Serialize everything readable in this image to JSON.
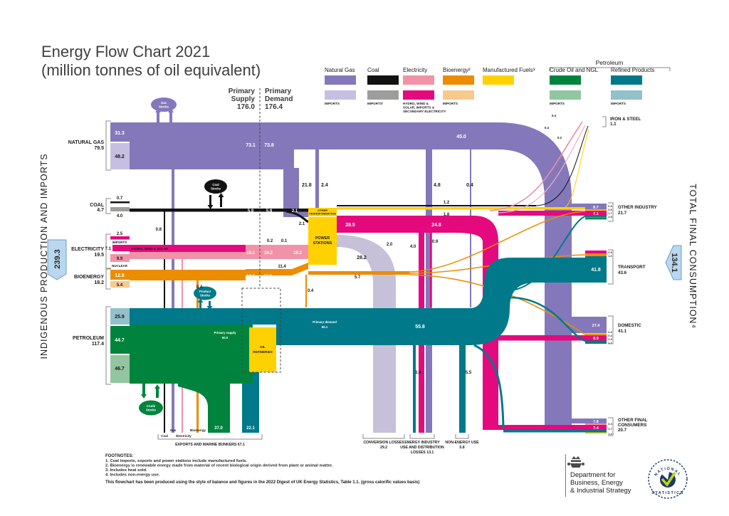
{
  "title": {
    "line1": "Energy Flow Chart 2021",
    "line2": "(million tonnes of oil equivalent)"
  },
  "palette": {
    "natural_gas": "#8478ba",
    "natural_gas_imports": "#c7bfe2",
    "coal": "#121212",
    "coal_imports": "#9d9d9c",
    "electricity": "#f193a8",
    "electricity_secondary": "#e5097e",
    "bioenergy": "#ec8c00",
    "bioenergy_imports": "#f7c98d",
    "manufactured_fuels": "#ffd100",
    "crude_oil": "#00843d",
    "crude_oil_imports": "#92c6a0",
    "refined_products": "#00798a",
    "refined_products_imports": "#92c0cb",
    "conversion_losses": "#c6c1d8",
    "badge_fill": "#b9d7ee",
    "badge_border": "#6f9ec4",
    "feeder_pink": "#f2afc0",
    "feeder_salmon": "#e98fa6",
    "bracket": "#8a8a8a",
    "ink": "#1a1a1a",
    "ns_navy": "#1b3a6b",
    "ns_check": "#c3d600",
    "crest": "#4a4a4a"
  },
  "columns": {
    "supply_label1": "Primary",
    "supply_label2": "Supply",
    "supply_value": "176.0",
    "demand_label1": "Primary",
    "demand_label2": "Demand",
    "demand_value": "176.4"
  },
  "legend": {
    "petroleum_header": "Petroleum",
    "natural_gas": {
      "label": "Natural Gas",
      "imports_label": "IMPORTS"
    },
    "coal": {
      "label": "Coal",
      "imports_label": "IMPORTS¹"
    },
    "electricity": {
      "label": "Electricity",
      "sub1": "HYDRO, WIND &",
      "sub2": "SOLAR, IMPORTS &",
      "sub3": "SECONDARY ELECTRICITY"
    },
    "bioenergy": {
      "label": "Bioenergy²",
      "imports_label": "IMPORTS"
    },
    "manufactured": {
      "label": "Manufactured Fuels³"
    },
    "crude": {
      "label": "Crude Oil and NGL",
      "imports_label": "IMPORTS"
    },
    "refined": {
      "label": "Refined Products",
      "imports_label": "IMPORTS"
    }
  },
  "left_axis": {
    "label": "INDIGENOUS PRODUCTION AND IMPORTS",
    "total": "239.3"
  },
  "right_axis": {
    "label": "TOTAL FINAL CONSUMPTION⁴",
    "total": "134.1"
  },
  "sources": {
    "natural_gas": {
      "name": "NATURAL GAS",
      "total": "79.5",
      "production": "31.3",
      "imports": "48.2"
    },
    "coal": {
      "name": "COAL",
      "total": "4.7",
      "production": "0.7",
      "imports": "4.0"
    },
    "electricity": {
      "name": "ELECTRICITY",
      "total": "19.5",
      "imports": "2.5",
      "imports_label": "IMPORTS",
      "hydro": "7.1",
      "hydro_label": "HYDRO, WIND & SOLAR",
      "nuclear": "9.9",
      "nuclear_label": "NUCLEAR"
    },
    "bioenergy": {
      "name": "BIOENERGY",
      "total": "18.2",
      "production": "12.8",
      "imports": "5.4"
    },
    "petroleum": {
      "name": "PETROLEUM",
      "total": "117.4",
      "product_imports": "25.9",
      "crude_production": "44.7",
      "crude_imports": "46.7"
    }
  },
  "stocks": {
    "gas1": "Gas",
    "gas2": "Stocks",
    "coal1": "Coal",
    "coal2": "Stocks",
    "product1": "Product",
    "product2": "Stocks",
    "crude1": "Crude",
    "crude2": "Stocks"
  },
  "boxes": {
    "ot1": "OTHER",
    "ot2": "TRANSFORMATION",
    "ps1": "POWER",
    "ps2": "STATIONS",
    "or1": "OIL",
    "or2": "REFINERIES"
  },
  "flows": {
    "gas_supply": "73.1",
    "gas_demand": "73.8",
    "gas_main": "45.0",
    "gas_to_transformation": "21.8",
    "gas_to_power": "2.4",
    "gas_down_a": "4.8",
    "gas_down_b": "0.4",
    "coal_supply": "5.9",
    "coal_demand": "5.9",
    "coal_to_transformation": "2.1",
    "coal_to_power": "2.1",
    "coal_main": "1.2",
    "coal_exports": "0.8",
    "manufactured_fuels": "1.8",
    "elec_supply": "19.1",
    "elec_demand": "19.2",
    "elec_to_power": "19.2",
    "elec_minor_a": "0.2",
    "elec_minor_b": "0.1",
    "elec_generated": "28.5",
    "elec_main": "24.8",
    "elec_down_a": "0.9",
    "elec_down_b": "4.0",
    "conversion_out": "28.2",
    "conversion_extra": "2.0",
    "bio_supply": "17.5",
    "bio_demand": "17.8",
    "bio_to_power": "11.4",
    "bio_main": "5.7",
    "bio_down": "0.4",
    "oil_supply_label": "Primary supply",
    "oil_supply": "60.0",
    "oil_demand_label": "Primary demand",
    "oil_demand": "60.1",
    "refined_main": "55.8",
    "refined_down_a": "3.4",
    "refined_down_b": "5.5",
    "product_stocks_flow": "0.4",
    "crude_exports": "37.0",
    "refined_exports": "22.1",
    "iron_a": "0.4",
    "iron_b": "0.4",
    "iron_c": "0.2"
  },
  "sinks": {
    "exports": {
      "label": "EXPORTS AND MARINE BUNKERS 67.1",
      "item1": "Coal",
      "item2": "Gas",
      "item3": "Electricity",
      "item4": "Bioenergy"
    },
    "conversion": {
      "line1": "CONVERSION LOSSES",
      "line2": "29.2"
    },
    "energy_industry": {
      "line1": "ENERGY INDUSTRY",
      "line2": "USE AND DISTRIBUTION",
      "line3": "LOSSES 13.1"
    },
    "non_energy": {
      "line1": "NON-ENERGY USE",
      "line2": "5.8"
    }
  },
  "consumers": {
    "iron_steel": {
      "line1": "IRON & STEEL",
      "line2": "1.1"
    },
    "other_industry": {
      "line1": "OTHER INDUSTRY",
      "line2": "21.7",
      "gas": "8.7",
      "electricity": "7.1",
      "side1": "0.9",
      "side2": "0.5",
      "side3": "1.7",
      "side4": "2.8"
    },
    "transport": {
      "line1": "TRANSPORT",
      "line2": "43.6",
      "petroleum": "41.8",
      "side1": "0.8",
      "side2": "1.0"
    },
    "domestic": {
      "line1": "DOMESTIC",
      "line2": "41.1",
      "gas": "27.4",
      "electricity": "8.9",
      "side1": "0.3",
      "side2": "0.4",
      "side3": "2.9",
      "side4": "1.1"
    },
    "other_final": {
      "line1": "OTHER FINAL",
      "line2": "CONSUMERS",
      "line3": "20.7",
      "gas": "7.8",
      "electricity": "7.4",
      "side1": "0.3",
      "side2": "3.7",
      "side3": "1.4"
    }
  },
  "footnotes": {
    "heading": "FOOTNOTES:",
    "fn1": "1. Coal imports, exports and power stations include manufactured fuels.",
    "fn2": "2. Bioenergy is renewable energy made from material of recent biological origin derived from plant or animal matter.",
    "fn3": "3. Includes heat sold.",
    "fn4": "4. Includes non-energy use.",
    "note": "This flowchart has been produced using the style of balance and figures in the 2022 Digest of UK Energy Statistics, Table 1.1. (gross calorific values basis)"
  },
  "credits": {
    "dept1": "Department for",
    "dept2": "Business, Energy",
    "dept3": "& Industrial Strategy",
    "ns_top": "NATIONAL",
    "ns_bottom": "STATISTICS"
  },
  "chart_data": {
    "type": "sankey",
    "title": "Energy Flow Chart 2021",
    "units": "million tonnes of oil equivalent",
    "year": 2021,
    "totals": {
      "indigenous_production_and_imports": 239.3,
      "primary_supply": 176.0,
      "primary_demand": 176.4,
      "total_final_consumption": 134.1,
      "exports_and_marine_bunkers": 67.1,
      "conversion_losses": 29.2,
      "energy_industry_use_and_distribution_losses": 13.1,
      "non_energy_use": 5.8
    },
    "links": [
      {
        "source": "Natural gas production",
        "target": "Natural gas supply",
        "value": 31.3
      },
      {
        "source": "Natural gas imports",
        "target": "Natural gas supply",
        "value": 48.2
      },
      {
        "source": "Coal production",
        "target": "Coal supply",
        "value": 0.7
      },
      {
        "source": "Coal imports",
        "target": "Coal supply",
        "value": 4.0
      },
      {
        "source": "Electricity imports",
        "target": "Electricity supply",
        "value": 2.5
      },
      {
        "source": "Hydro, wind & solar",
        "target": "Electricity supply",
        "value": 7.1
      },
      {
        "source": "Nuclear",
        "target": "Electricity supply",
        "value": 9.9
      },
      {
        "source": "Bioenergy production",
        "target": "Bioenergy supply",
        "value": 12.8
      },
      {
        "source": "Bioenergy imports",
        "target": "Bioenergy supply",
        "value": 5.4
      },
      {
        "source": "Refined product imports",
        "target": "Petroleum supply",
        "value": 25.9
      },
      {
        "source": "Crude oil and NGL production",
        "target": "Petroleum supply",
        "value": 44.7
      },
      {
        "source": "Crude oil and NGL imports",
        "target": "Petroleum supply",
        "value": 46.7
      },
      {
        "source": "Natural gas",
        "target": "Power stations",
        "value": 21.8
      },
      {
        "source": "Natural gas",
        "target": "Other transformation",
        "value": 2.4
      },
      {
        "source": "Natural gas",
        "target": "Final consumption",
        "value": 45.0
      },
      {
        "source": "Coal",
        "target": "Other transformation",
        "value": 2.1
      },
      {
        "source": "Coal",
        "target": "Power stations",
        "value": 2.1
      },
      {
        "source": "Electricity primary",
        "target": "Power stations",
        "value": 19.2
      },
      {
        "source": "Bioenergy",
        "target": "Power stations",
        "value": 11.4
      },
      {
        "source": "Power stations",
        "target": "Electricity supplied",
        "value": 28.5
      },
      {
        "source": "Power stations",
        "target": "Conversion losses",
        "value": 28.2
      },
      {
        "source": "Crude oil",
        "target": "Oil refineries",
        "value": 60.0
      },
      {
        "source": "Oil refineries",
        "target": "Refined products",
        "value": 60.1
      },
      {
        "source": "Crude oil",
        "target": "Exports and marine bunkers",
        "value": 37.0
      },
      {
        "source": "Refined products",
        "target": "Exports and marine bunkers",
        "value": 22.1
      },
      {
        "source": "Refined products",
        "target": "Transport",
        "value": 41.8
      },
      {
        "source": "Refined products",
        "target": "Non-energy use",
        "value": 5.8
      },
      {
        "source": "Natural gas",
        "target": "Other industry",
        "value": 8.7
      },
      {
        "source": "Natural gas",
        "target": "Domestic",
        "value": 27.4
      },
      {
        "source": "Natural gas",
        "target": "Other final consumers",
        "value": 7.8
      },
      {
        "source": "Electricity",
        "target": "Other industry",
        "value": 7.1
      },
      {
        "source": "Electricity",
        "target": "Domestic",
        "value": 8.9
      },
      {
        "source": "Electricity",
        "target": "Other final consumers",
        "value": 7.4
      },
      {
        "source": "Mixed fuels",
        "target": "Iron & steel",
        "value": 1.1
      },
      {
        "source": "Mixed fuels",
        "target": "Energy industry use and distribution losses",
        "value": 13.1
      }
    ]
  }
}
